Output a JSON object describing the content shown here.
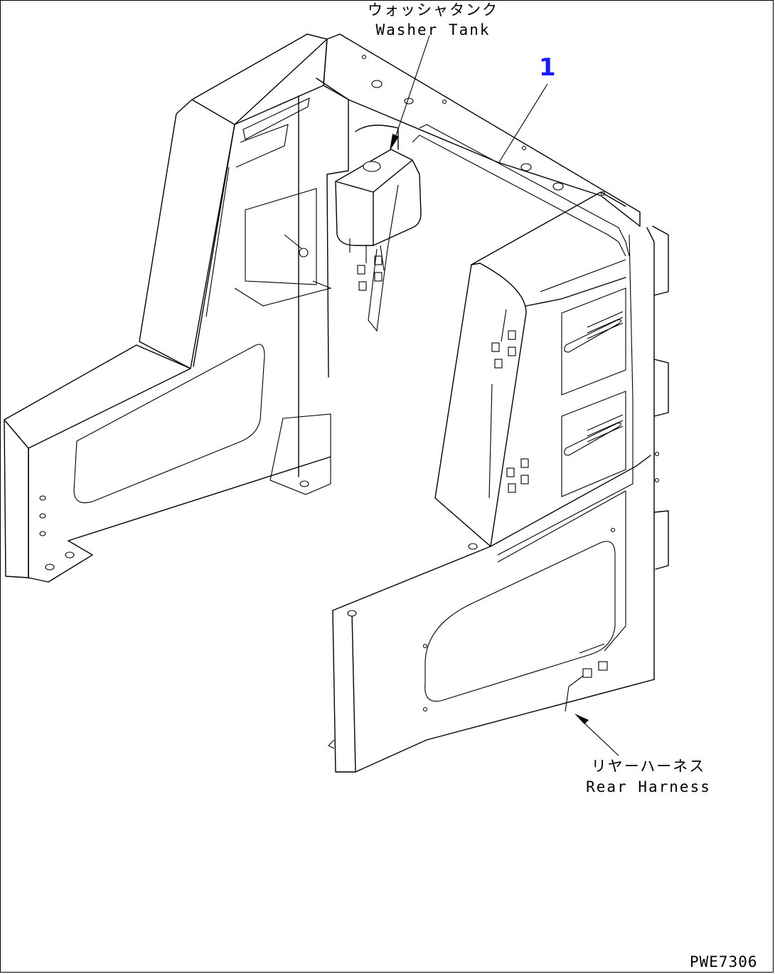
{
  "labels": {
    "washer_tank_jp": "ウォッシャタンク",
    "washer_tank_en": "Washer Tank",
    "rear_harness_jp": "リヤーハーネス",
    "rear_harness_en": "Rear Harness",
    "callout_number": "1",
    "drawing_code": "PWE7306"
  },
  "colors": {
    "line": "#000000",
    "callout": "#1a1aff",
    "background": "#ffffff"
  }
}
